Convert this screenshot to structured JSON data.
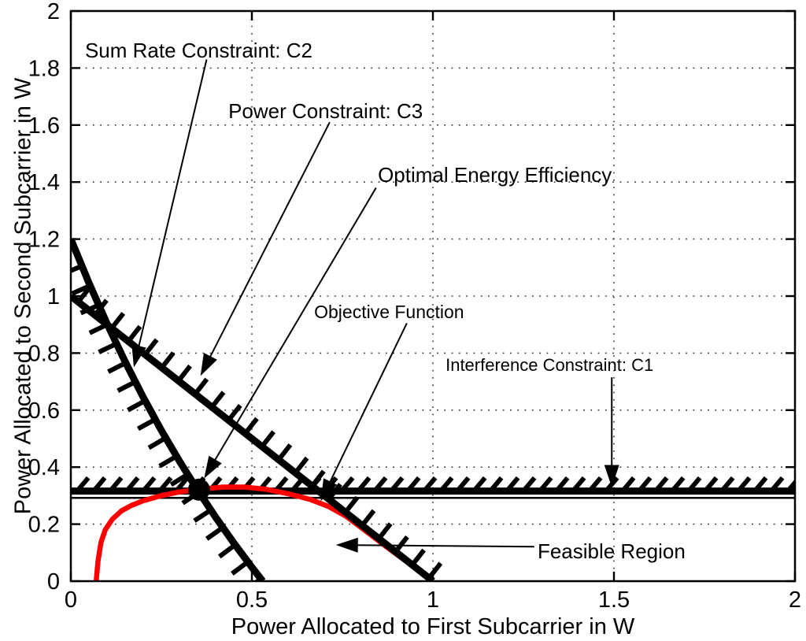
{
  "chart_data": {
    "type": "line",
    "title": "",
    "xlabel": "Power Allocated to First Subcarrier in W",
    "ylabel": "Power Allocated to Second Subcarrier in W",
    "xlim": [
      0,
      2
    ],
    "ylim": [
      0,
      2
    ],
    "xticks": [
      0,
      0.5,
      1,
      1.5,
      2
    ],
    "yticks": [
      0,
      0.2,
      0.4,
      0.6,
      0.8,
      1,
      1.2,
      1.4,
      1.6,
      1.8,
      2
    ],
    "grid": "dotted",
    "legend": "none",
    "colors": {
      "constraint": "#000000",
      "objective": "#FF0000",
      "text": "#000000"
    },
    "series": [
      {
        "id": "c1-boundary",
        "name": "Interference Constraint: C1 boundary line",
        "color": "#000000",
        "width": 2.5,
        "points": [
          [
            0,
            0.292
          ],
          [
            2,
            0.292
          ]
        ]
      },
      {
        "id": "c1",
        "name": "Interference Constraint: C1",
        "color": "#000000",
        "width": 9,
        "hatch": {
          "side": "up-right-45",
          "spacing": 21,
          "len": 22,
          "start": 8
        },
        "points": [
          [
            0,
            0.316
          ],
          [
            2,
            0.316
          ]
        ]
      },
      {
        "id": "objective",
        "name": "Objective Function",
        "color": "#FF0000",
        "width": 6.5,
        "points": [
          [
            0.07,
            0
          ],
          [
            0.075,
            0.07
          ],
          [
            0.083,
            0.135
          ],
          [
            0.095,
            0.18
          ],
          [
            0.115,
            0.218
          ],
          [
            0.14,
            0.247
          ],
          [
            0.17,
            0.267
          ],
          [
            0.2,
            0.282
          ],
          [
            0.25,
            0.3
          ],
          [
            0.3,
            0.313
          ],
          [
            0.36,
            0.323
          ],
          [
            0.42,
            0.33
          ],
          [
            0.48,
            0.33
          ],
          [
            0.54,
            0.322
          ],
          [
            0.6,
            0.307
          ],
          [
            0.66,
            0.287
          ],
          [
            0.71,
            0.263
          ],
          [
            0.76,
            0.228
          ],
          [
            0.81,
            0.18
          ],
          [
            0.87,
            0.122
          ],
          [
            0.93,
            0.066
          ],
          [
            1.0,
            0
          ]
        ]
      },
      {
        "id": "c2",
        "name": "Sum Rate Constraint: C2",
        "color": "#000000",
        "width": 9,
        "hatch": {
          "side": "left",
          "spacing": 27,
          "len": 25,
          "start": 10
        },
        "points": [
          [
            0,
            1.2
          ],
          [
            0.05,
            1.046
          ],
          [
            0.1,
            0.903
          ],
          [
            0.15,
            0.77
          ],
          [
            0.2,
            0.645
          ],
          [
            0.25,
            0.529
          ],
          [
            0.3,
            0.421
          ],
          [
            0.35,
            0.32
          ],
          [
            0.4,
            0.224
          ],
          [
            0.45,
            0.134
          ],
          [
            0.5,
            0.049
          ],
          [
            0.53,
            0
          ]
        ]
      },
      {
        "id": "c3",
        "name": "Power Constraint: C3",
        "color": "#000000",
        "width": 9,
        "hatch": {
          "side": "right",
          "spacing": 27,
          "len": 24,
          "start": 12
        },
        "points": [
          [
            0,
            1
          ],
          [
            1,
            0
          ]
        ]
      }
    ],
    "optimal_point": {
      "x": 0.354,
      "y": 0.321,
      "radius": 14,
      "color": "#000000",
      "label": "Optimal Energy Efficiency"
    },
    "annotations": [
      {
        "id": "sum-rate",
        "label": "Sum Rate Constraint: C2",
        "text_at": [
          0.039,
          1.837
        ],
        "fs": 26,
        "arrow_from": [
          0.375,
          1.83
        ],
        "arrow_to": [
          0.174,
          0.75
        ]
      },
      {
        "id": "power",
        "label": "Power Constraint: C3",
        "text_at": [
          0.435,
          1.624
        ],
        "fs": 26,
        "arrow_from": [
          0.715,
          1.61
        ],
        "arrow_to": [
          0.358,
          0.72
        ]
      },
      {
        "id": "optimal-ee",
        "label": "Optimal Energy Efficiency",
        "text_at": [
          0.848,
          1.4
        ],
        "fs": 26,
        "arrow_from": [
          0.843,
          1.38
        ],
        "arrow_to": [
          0.368,
          0.36
        ]
      },
      {
        "id": "objective",
        "label": "Objective Function",
        "text_at": [
          0.672,
          0.923
        ],
        "fs": 23,
        "arrow_from": [
          0.928,
          0.905
        ],
        "arrow_to": [
          0.69,
          0.28
        ]
      },
      {
        "id": "interference",
        "label": "Interference Constraint: C1",
        "text_at": [
          1.035,
          0.738
        ],
        "fs": 22,
        "arrow_from": [
          1.494,
          0.715
        ],
        "arrow_to": [
          1.494,
          0.33
        ]
      },
      {
        "id": "feasible",
        "label": "Feasible Region",
        "text_at": [
          1.289,
          0.08
        ],
        "fs": 26,
        "arrow_from": [
          1.28,
          0.121
        ],
        "arrow_to": [
          0.732,
          0.127
        ]
      }
    ]
  }
}
